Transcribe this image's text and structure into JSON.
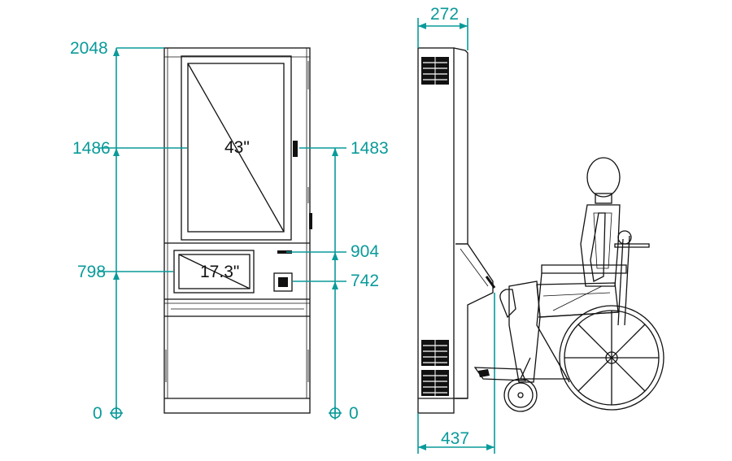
{
  "dimensions": {
    "height_top": "2048",
    "height_screen_center_left": "1486",
    "height_screen_center_right": "1483",
    "height_small_screen_top": "904",
    "height_small_screen_center": "798",
    "height_scanner": "742",
    "zero_left": "0",
    "zero_right": "0",
    "depth_top": "272",
    "depth_base": "437"
  },
  "labels": {
    "main_screen": "43\"",
    "secondary_screen": "17.3\""
  },
  "colors": {
    "dimension": "#0a9a9a",
    "drawing": "#111111"
  }
}
